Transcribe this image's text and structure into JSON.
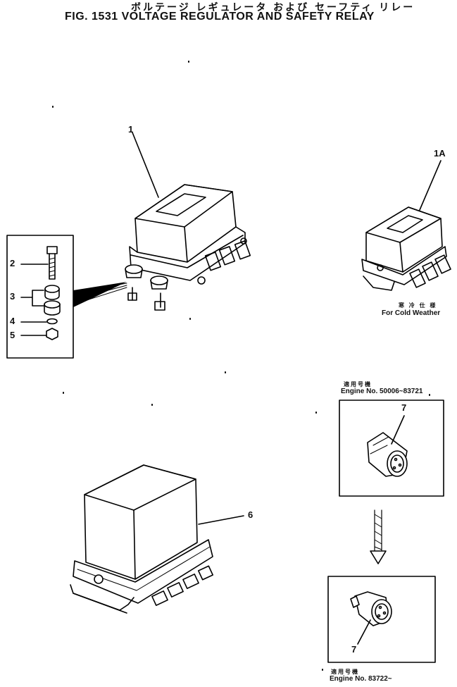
{
  "title": {
    "japanese": "ボルテージ レギュレータ および セーフティ リレー",
    "english": "FIG. 1531  VOLTAGE REGULATOR AND SAFETY RELAY"
  },
  "callouts": {
    "c1": "1",
    "c1a": "1A",
    "c2": "2",
    "c3": "3",
    "c4": "4",
    "c5": "5",
    "c6": "6",
    "c7_upper": "7",
    "c7_lower": "7"
  },
  "notes": {
    "cold_jp": "寒 冷 仕 様",
    "cold_en": "For Cold Weather",
    "upper_serial_jp": "適用号機",
    "upper_serial_en": "Engine No. 50006~83721",
    "lower_serial_jp": "適用号機",
    "lower_serial_en": "Engine No. 83722~"
  }
}
